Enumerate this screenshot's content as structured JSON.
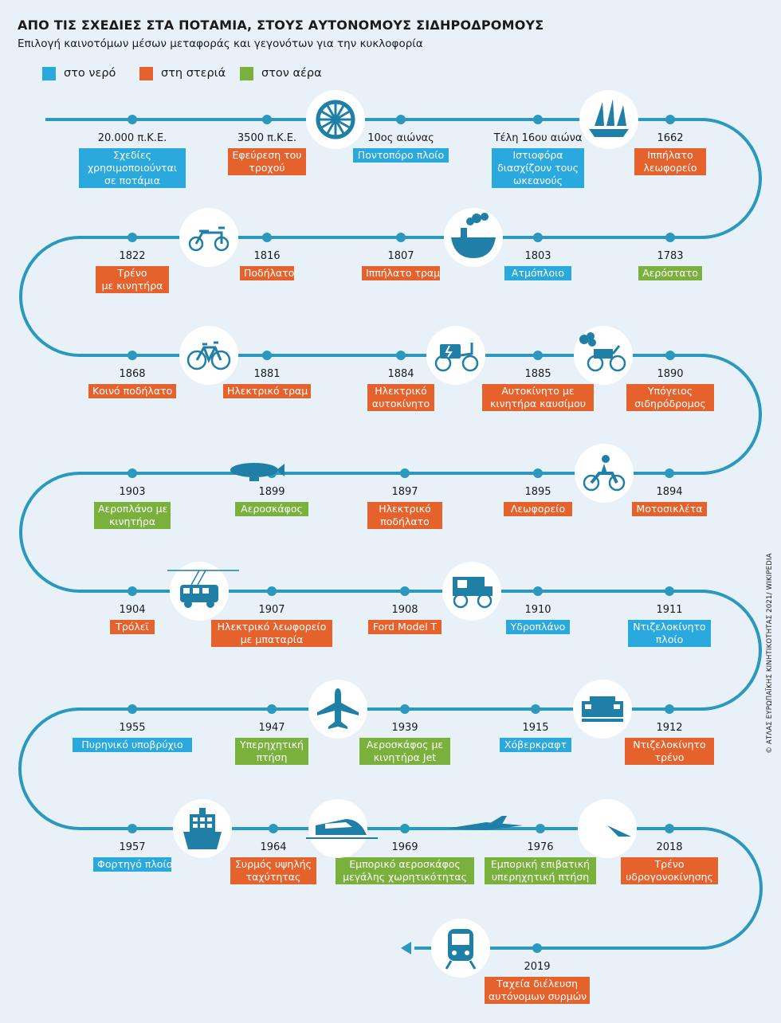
{
  "title": "ΑΠΟ ΤΙΣ ΣΧΕΔΙΕΣ ΣΤΑ ΠΟΤΑΜΙΑ, ΣΤΟΥΣ ΑΥΤΟΝΟΜΟΥΣ ΣΙΔΗΡΟΔΡΟΜΟΥΣ",
  "subtitle": "Επιλογή καινοτόμων μέσων μεταφοράς και γεγονότων για την κυκλοφορία",
  "credit": "© ΑΤΛΑΣ ΕΥΡΩΠΑΪΚΗΣ ΚΙΝΗΤΙΚΟΤΗΤΑΣ 2021/ WIKIPEDIA",
  "colors": {
    "water": "#29a9dd",
    "land": "#e5622d",
    "air": "#7ab03c",
    "track": "#2b98bd",
    "icon": "#1f7fa6"
  },
  "legend": [
    {
      "label": "στο νερό",
      "category": "water"
    },
    {
      "label": "στη στεριά",
      "category": "land"
    },
    {
      "label": "στον αέρα",
      "category": "air"
    }
  ],
  "events": [
    {
      "year": "20.000 π.Κ.Ε.",
      "lines": [
        "Σχεδίες",
        "χρησιμοποιούνται",
        "σε ποτάμια"
      ],
      "category": "water"
    },
    {
      "year": "3500 π.Κ.Ε.",
      "lines": [
        "Εφεύρεση του",
        "τροχού"
      ],
      "category": "land"
    },
    {
      "year": "10ος αιώνας",
      "lines": [
        "Ποντοπόρο πλοίο"
      ],
      "category": "water"
    },
    {
      "year": "Τέλη 16ου αιώνα",
      "lines": [
        "Ιστιοφόρα",
        "διασχίζουν τους",
        "ωκεανούς"
      ],
      "category": "water"
    },
    {
      "year": "1662",
      "lines": [
        "Ιππήλατο",
        "λεωφορείο"
      ],
      "category": "land"
    },
    {
      "year": "1822",
      "lines": [
        "Τρένο",
        "με κινητήρα"
      ],
      "category": "land"
    },
    {
      "year": "1816",
      "lines": [
        "Ποδήλατο"
      ],
      "category": "land"
    },
    {
      "year": "1807",
      "lines": [
        "Ιππήλατο τραμ"
      ],
      "category": "land"
    },
    {
      "year": "1803",
      "lines": [
        "Ατμόπλοιο"
      ],
      "category": "water"
    },
    {
      "year": "1783",
      "lines": [
        "Αερόστατο"
      ],
      "category": "air"
    },
    {
      "year": "1868",
      "lines": [
        "Κοινό ποδήλατο"
      ],
      "category": "land"
    },
    {
      "year": "1881",
      "lines": [
        "Ηλεκτρικό τραμ"
      ],
      "category": "land"
    },
    {
      "year": "1884",
      "lines": [
        "Ηλεκτρικό",
        "αυτοκίνητο"
      ],
      "category": "land"
    },
    {
      "year": "1885",
      "lines": [
        "Αυτοκίνητο με",
        "κινητήρα καυσίμου"
      ],
      "category": "land"
    },
    {
      "year": "1890",
      "lines": [
        "Υπόγειος",
        "σιδηρόδρομος"
      ],
      "category": "land"
    },
    {
      "year": "1903",
      "lines": [
        "Αεροπλάνο με",
        "κινητήρα"
      ],
      "category": "air"
    },
    {
      "year": "1899",
      "lines": [
        "Αεροσκάφος"
      ],
      "category": "air"
    },
    {
      "year": "1897",
      "lines": [
        "Ηλεκτρικό",
        "ποδήλατο"
      ],
      "category": "land"
    },
    {
      "year": "1895",
      "lines": [
        "Λεωφορείο"
      ],
      "category": "land"
    },
    {
      "year": "1894",
      "lines": [
        "Μοτοσικλέτα"
      ],
      "category": "land"
    },
    {
      "year": "1904",
      "lines": [
        "Τρόλεϊ"
      ],
      "category": "land"
    },
    {
      "year": "1907",
      "lines": [
        "Ηλεκτρικό λεωφορείο",
        "με μπαταρία"
      ],
      "category": "land"
    },
    {
      "year": "1908",
      "lines": [
        "Ford Model T"
      ],
      "category": "land"
    },
    {
      "year": "1910",
      "lines": [
        "Υδροπλάνο"
      ],
      "category": "water"
    },
    {
      "year": "1911",
      "lines": [
        "Ντιζελοκίνητο",
        "πλοίο"
      ],
      "category": "water"
    },
    {
      "year": "1955",
      "lines": [
        "Πυρηνικό υποβρύχιο"
      ],
      "category": "water"
    },
    {
      "year": "1947",
      "lines": [
        "Υπερηχητική",
        "πτήση"
      ],
      "category": "air"
    },
    {
      "year": "1939",
      "lines": [
        "Αεροσκάφος με",
        "κινητήρα Jet"
      ],
      "category": "air"
    },
    {
      "year": "1915",
      "lines": [
        "Χόβερκραφτ"
      ],
      "category": "water"
    },
    {
      "year": "1912",
      "lines": [
        "Ντιζελοκίνητο",
        "τρένο"
      ],
      "category": "land"
    },
    {
      "year": "1957",
      "lines": [
        "Φορτηγό πλοίο"
      ],
      "category": "water"
    },
    {
      "year": "1964",
      "lines": [
        "Συρμός υψηλής",
        "ταχύτητας"
      ],
      "category": "land"
    },
    {
      "year": "1969",
      "lines": [
        "Εμπορικό αεροσκάφος",
        "μεγάλης χωρητικότητας"
      ],
      "category": "air"
    },
    {
      "year": "1976",
      "lines": [
        "Εμπορική επιβατική",
        "υπερηχητική πτήση"
      ],
      "category": "air"
    },
    {
      "year": "2018",
      "lines": [
        "Τρένο",
        "υδρογονοκίνησης"
      ],
      "category": "land"
    },
    {
      "year": "2019",
      "lines": [
        "Ταχεία διέλευση",
        "αυτόνομων συρμών"
      ],
      "category": "land"
    }
  ],
  "icons": [
    {
      "name": "wheel-icon"
    },
    {
      "name": "sailboat-icon"
    },
    {
      "name": "velocipede-icon"
    },
    {
      "name": "steamship-icon"
    },
    {
      "name": "bicycle-icon"
    },
    {
      "name": "electric-car-icon"
    },
    {
      "name": "motorcar-icon"
    },
    {
      "name": "airship-icon"
    },
    {
      "name": "motorcycle-icon"
    },
    {
      "name": "trolleybus-icon"
    },
    {
      "name": "model-t-car-icon"
    },
    {
      "name": "airplane-icon"
    },
    {
      "name": "diesel-train-icon"
    },
    {
      "name": "cargo-ship-icon"
    },
    {
      "name": "bullet-train-icon"
    },
    {
      "name": "concorde-icon"
    },
    {
      "name": "hydrogen-train-icon"
    },
    {
      "name": "metro-train-icon"
    }
  ]
}
